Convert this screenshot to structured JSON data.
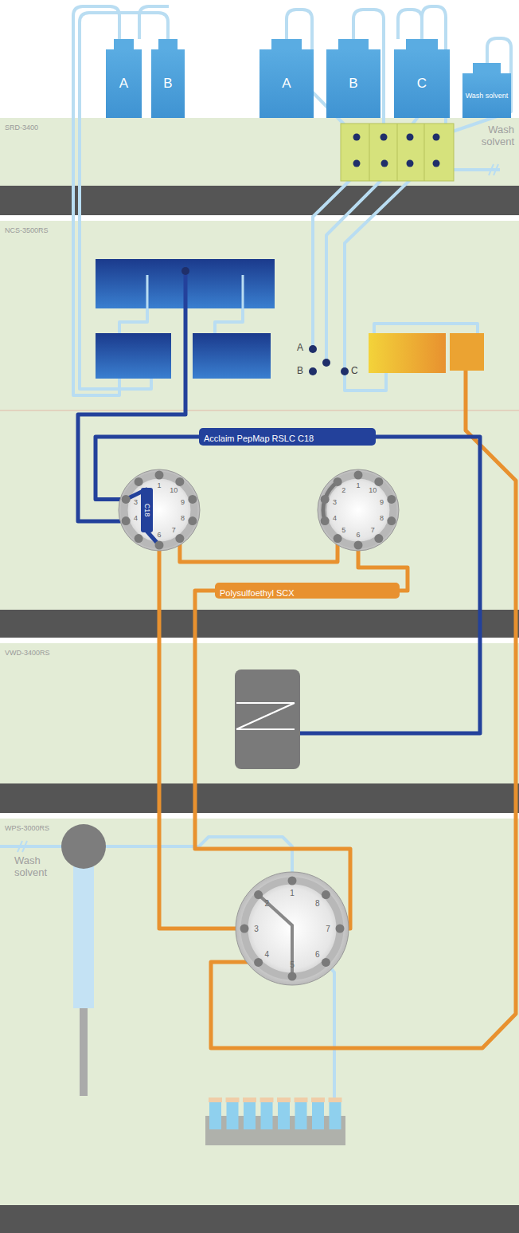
{
  "diagram": {
    "nodes": [
      {
        "text": [
          "A"
        ]
      },
      {
        "text": [
          "B"
        ]
      },
      {
        "text": [
          "A"
        ]
      },
      {
        "text": [
          "B"
        ]
      },
      {
        "text": [
          "C"
        ]
      },
      {
        "text": [
          "Wash solvent"
        ]
      },
      {
        "text": [
          "SRD-3400"
        ]
      },
      {
        "text": [
          "NCS-3500RS"
        ]
      },
      {
        "text": [
          "Acclaim PepMap RSLC C18"
        ],
        "in": 7
      },
      {
        "text": [
          "1",
          "2",
          "3",
          "4",
          "5",
          "6",
          "7",
          "8",
          "9",
          "10"
        ],
        "in": 7
      },
      {
        "text": [
          "C18"
        ],
        "in": 9
      },
      {
        "text": [
          "1",
          "2",
          "3",
          "4",
          "5",
          "6",
          "7",
          "8",
          "9",
          "10"
        ],
        "in": 7
      },
      {
        "text": [
          "Polysulfoethyl SCX"
        ],
        "in": 7
      },
      {
        "text": [
          "VWD-3400RS"
        ]
      },
      {
        "text": [
          "WPS-3000RS"
        ]
      },
      {
        "text": [
          "1",
          "2",
          "3",
          "4",
          "5",
          "6",
          "7",
          "8"
        ],
        "in": 14
      }
    ],
    "edges": [
      {
        "from": 9,
        "to": 8,
        "arrow": "none"
      },
      {
        "from": 8,
        "to": 13,
        "arrow": "none"
      },
      {
        "from": 9,
        "to": 11,
        "arrow": "none"
      },
      {
        "from": 11,
        "to": 12,
        "arrow": "none"
      },
      {
        "from": 12,
        "to": 15,
        "arrow": "none"
      },
      {
        "from": 9,
        "to": 15,
        "arrow": "none"
      }
    ],
    "labels": [
      "Wash solvent",
      "A",
      "B",
      "C",
      "Wash solvent"
    ]
  }
}
